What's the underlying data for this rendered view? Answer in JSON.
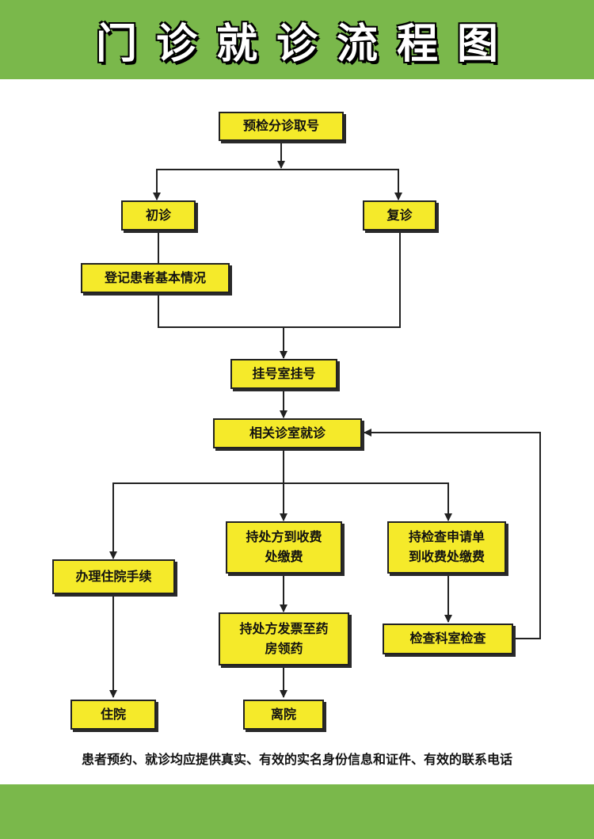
{
  "header": {
    "title": "门诊就诊流程图"
  },
  "colors": {
    "band": "#7ab84b",
    "box": "#f5ea2a",
    "line": "#222222"
  },
  "nodes": {
    "triage": "预检分诊取号",
    "first_visit": "初诊",
    "return_visit": "复诊",
    "register_info": "登记患者基本情况",
    "registration": "挂号室挂号",
    "consultation": "相关诊室就诊",
    "prescription_payment": "持处方到收费\n处缴费",
    "exam_payment": "持检查申请单\n到收费处缴费",
    "admission": "办理住院手续",
    "pharmacy": "持处方发票至药\n房领药",
    "exam": "检查科室检查",
    "inpatient": "住院",
    "discharge": "离院"
  },
  "note": "患者预约、就诊均应提供真实、有效的实名身份信息和证件、有效的联系电话"
}
